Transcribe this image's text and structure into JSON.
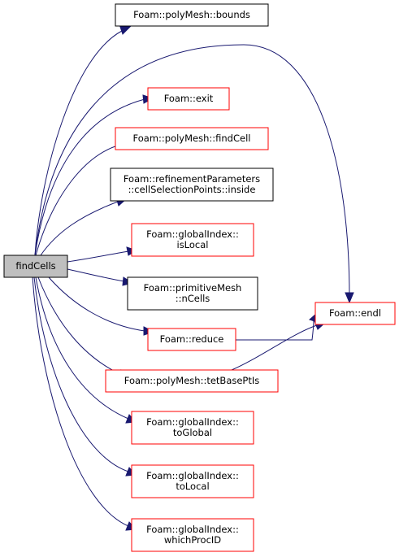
{
  "graph": {
    "colors": {
      "edge": "#191970",
      "root_fill": "#bfbfbf",
      "root_border": "#000000",
      "link_border": "#ff0000",
      "plain_border": "#000000"
    },
    "nodes": [
      {
        "id": "findCells",
        "lines": [
          "findCells"
        ],
        "style": "root"
      },
      {
        "id": "bounds",
        "lines": [
          "Foam::polyMesh::bounds"
        ],
        "style": "plain"
      },
      {
        "id": "exit",
        "lines": [
          "Foam::exit"
        ],
        "style": "link"
      },
      {
        "id": "findCell",
        "lines": [
          "Foam::polyMesh::findCell"
        ],
        "style": "link"
      },
      {
        "id": "inside",
        "lines": [
          "Foam::refinementParameters",
          "::cellSelectionPoints::inside"
        ],
        "style": "plain"
      },
      {
        "id": "isLocal",
        "lines": [
          "Foam::globalIndex::",
          "isLocal"
        ],
        "style": "link"
      },
      {
        "id": "nCells",
        "lines": [
          "Foam::primitiveMesh",
          "::nCells"
        ],
        "style": "plain"
      },
      {
        "id": "reduce",
        "lines": [
          "Foam::reduce"
        ],
        "style": "link"
      },
      {
        "id": "endl",
        "lines": [
          "Foam::endl"
        ],
        "style": "link"
      },
      {
        "id": "tetBasePtIs",
        "lines": [
          "Foam::polyMesh::tetBasePtIs"
        ],
        "style": "link"
      },
      {
        "id": "toGlobal",
        "lines": [
          "Foam::globalIndex::",
          "toGlobal"
        ],
        "style": "link"
      },
      {
        "id": "toLocal",
        "lines": [
          "Foam::globalIndex::",
          "toLocal"
        ],
        "style": "link"
      },
      {
        "id": "whichProcID",
        "lines": [
          "Foam::globalIndex::",
          "whichProcID"
        ],
        "style": "link"
      }
    ],
    "edges": [
      {
        "from": "findCells",
        "to": "bounds"
      },
      {
        "from": "findCells",
        "to": "endl"
      },
      {
        "from": "findCells",
        "to": "exit"
      },
      {
        "from": "findCells",
        "to": "findCell"
      },
      {
        "from": "findCells",
        "to": "inside"
      },
      {
        "from": "findCells",
        "to": "isLocal"
      },
      {
        "from": "findCells",
        "to": "nCells"
      },
      {
        "from": "findCells",
        "to": "reduce"
      },
      {
        "from": "findCells",
        "to": "tetBasePtIs"
      },
      {
        "from": "findCells",
        "to": "toGlobal"
      },
      {
        "from": "findCells",
        "to": "toLocal"
      },
      {
        "from": "findCells",
        "to": "whichProcID"
      },
      {
        "from": "reduce",
        "to": "endl"
      },
      {
        "from": "tetBasePtIs",
        "to": "endl"
      }
    ]
  }
}
